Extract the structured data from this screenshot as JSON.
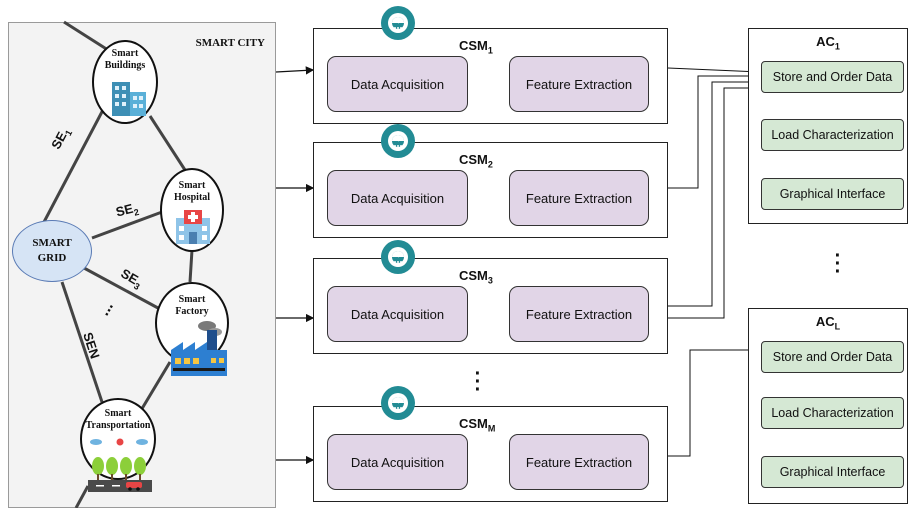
{
  "smart_city": {
    "title": "SMART CITY",
    "grid_label_1": "SMART",
    "grid_label_2": "GRID",
    "nodes": {
      "buildings": [
        "Smart",
        "Buildings"
      ],
      "hospital": [
        "Smart",
        "Hospital"
      ],
      "factory": [
        "Smart",
        "Factory"
      ],
      "transportation": [
        "Smart",
        "Transportation"
      ]
    },
    "edges": [
      {
        "base": "SE",
        "sub": "1"
      },
      {
        "base": "SE",
        "sub": "2"
      },
      {
        "base": "SE",
        "sub": "3"
      },
      {
        "base": "SE",
        "sub": "N"
      }
    ],
    "ellipsis": "..."
  },
  "csm_modules": [
    {
      "base": "CSM",
      "sub": "1",
      "stage1": "Data Acquisition",
      "stage2": "Feature Extraction"
    },
    {
      "base": "CSM",
      "sub": "2",
      "stage1": "Data Acquisition",
      "stage2": "Feature Extraction"
    },
    {
      "base": "CSM",
      "sub": "3",
      "stage1": "Data Acquisition",
      "stage2": "Feature Extraction"
    },
    {
      "base": "CSM",
      "sub": "M",
      "stage1": "Data Acquisition",
      "stage2": "Feature Extraction"
    }
  ],
  "ac_modules": [
    {
      "base": "AC",
      "sub": "1",
      "steps": [
        "Store and Order Data",
        "Load Characterization",
        "Graphical Interface"
      ]
    },
    {
      "base": "AC",
      "sub": "L",
      "steps": [
        "Store and Order Data",
        "Load Characterization",
        "Graphical Interface"
      ]
    }
  ],
  "colors": {
    "smart_meter": "#228b94",
    "csm_stage": "#e1d5e7",
    "ac_step": "#d5e8d4",
    "smart_grid": "#d6e4f5"
  },
  "icons": [
    "smart-meter-icon",
    "building-icon",
    "hospital-icon",
    "factory-icon",
    "transportation-icon"
  ]
}
